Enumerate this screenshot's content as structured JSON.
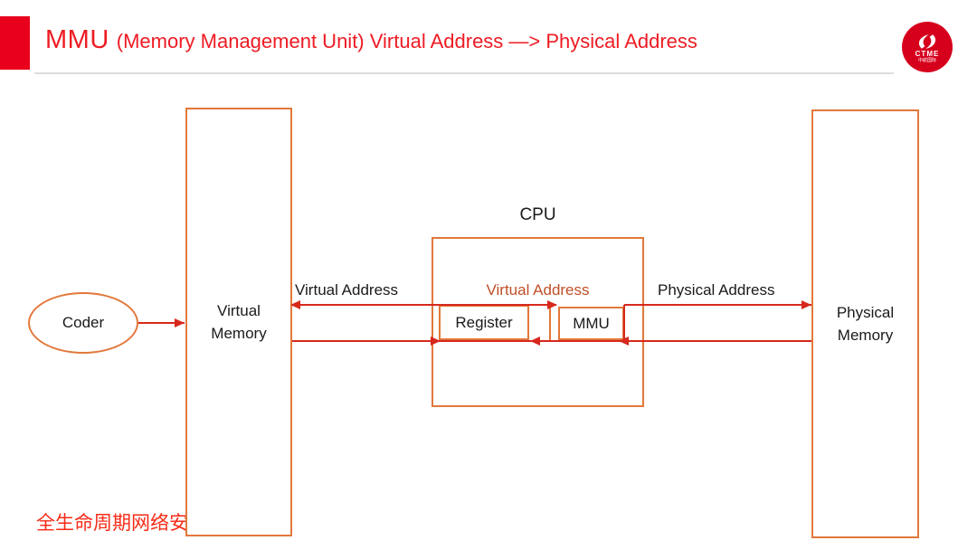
{
  "header": {
    "title_main": "MMU",
    "title_rest": "(Memory Management Unit) Virtual Address —> Physical Address",
    "title_color": "#ee1b23",
    "accent_block_color": "#e8001d",
    "logo": {
      "text": "CTME",
      "subtext": "中航国际",
      "color": "#d6001c"
    }
  },
  "diagram": {
    "coder": {
      "label": "Coder"
    },
    "virtual_memory": {
      "line1": "Virtual",
      "line2": "Memory"
    },
    "physical_memory": {
      "line1": "Physical",
      "line2": "Memory"
    },
    "cpu": {
      "label": "CPU"
    },
    "register": {
      "label": "Register"
    },
    "mmu": {
      "label": "MMU"
    },
    "labels": {
      "virtual_address_left": "Virtual Address",
      "virtual_address_cpu": "Virtual Address",
      "physical_address": "Physical Address"
    },
    "colors": {
      "box_border": "#e2783a",
      "arrow_line": "#d7281c",
      "cpu_virtual_address_text": "#c04f27"
    }
  },
  "footer": {
    "watermark": "全生命周期网络安"
  }
}
